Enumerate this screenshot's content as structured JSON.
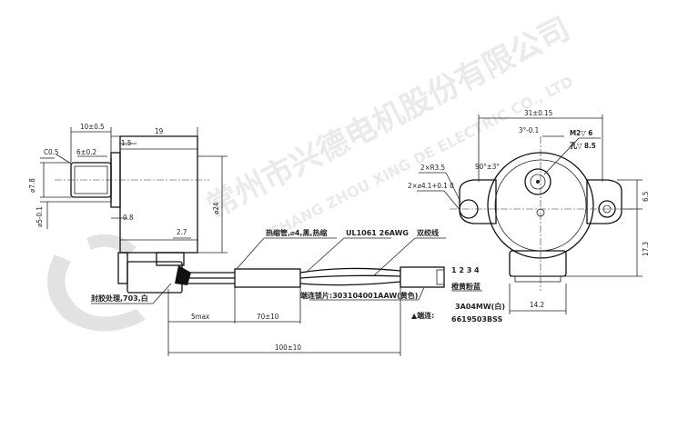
{
  "watermark": {
    "company_cn": "常州市兴德电机股份有限公司",
    "company_en": "CHANG ZHOU XING DE ELECTRIC CO., LTD"
  },
  "left_view": {
    "dims": {
      "shaft_len": "10±0.5",
      "body_len": "19",
      "flange": "1.5",
      "flat": "6±0.2",
      "chamfer": "C0.5",
      "shaft_dia": "⌀7.8",
      "boss_dia": "⌀5-0.1",
      "boss_tol": "-0.1",
      "gap": "0.8",
      "offset": "2.7",
      "body_dia": "⌀24"
    },
    "notes": {
      "seal": "封胶处理,703,白"
    }
  },
  "cable": {
    "sleeve": "热缩管,⌀4,黑,热缩",
    "wire": "UL1061 26AWG",
    "twist": "双绞线",
    "terminal": "端连锁片:303104001AAW(黄色)",
    "dims": {
      "lead": "5max",
      "sleeve_len": "70±10",
      "total": "100±10"
    }
  },
  "connector": {
    "pins": "1 2 3 4",
    "pin_label": "橙黄粉蓝",
    "housing_prefix": "▲端连:",
    "housing": "3A04MW(白)",
    "part": "6619503BSS"
  },
  "right_view": {
    "dims": {
      "width": "31±0.15",
      "angle_small": "3°-0.1",
      "screw": "M2▽ 6",
      "hole_depth": "孔▽ 8.5",
      "hole_dia": "2×R3.5",
      "hole2": "2×⌀4.1+0.1 0",
      "angle": "90°±3°",
      "v_offset": "6.5",
      "height": "17.3",
      "connector_w": "14.2"
    }
  }
}
